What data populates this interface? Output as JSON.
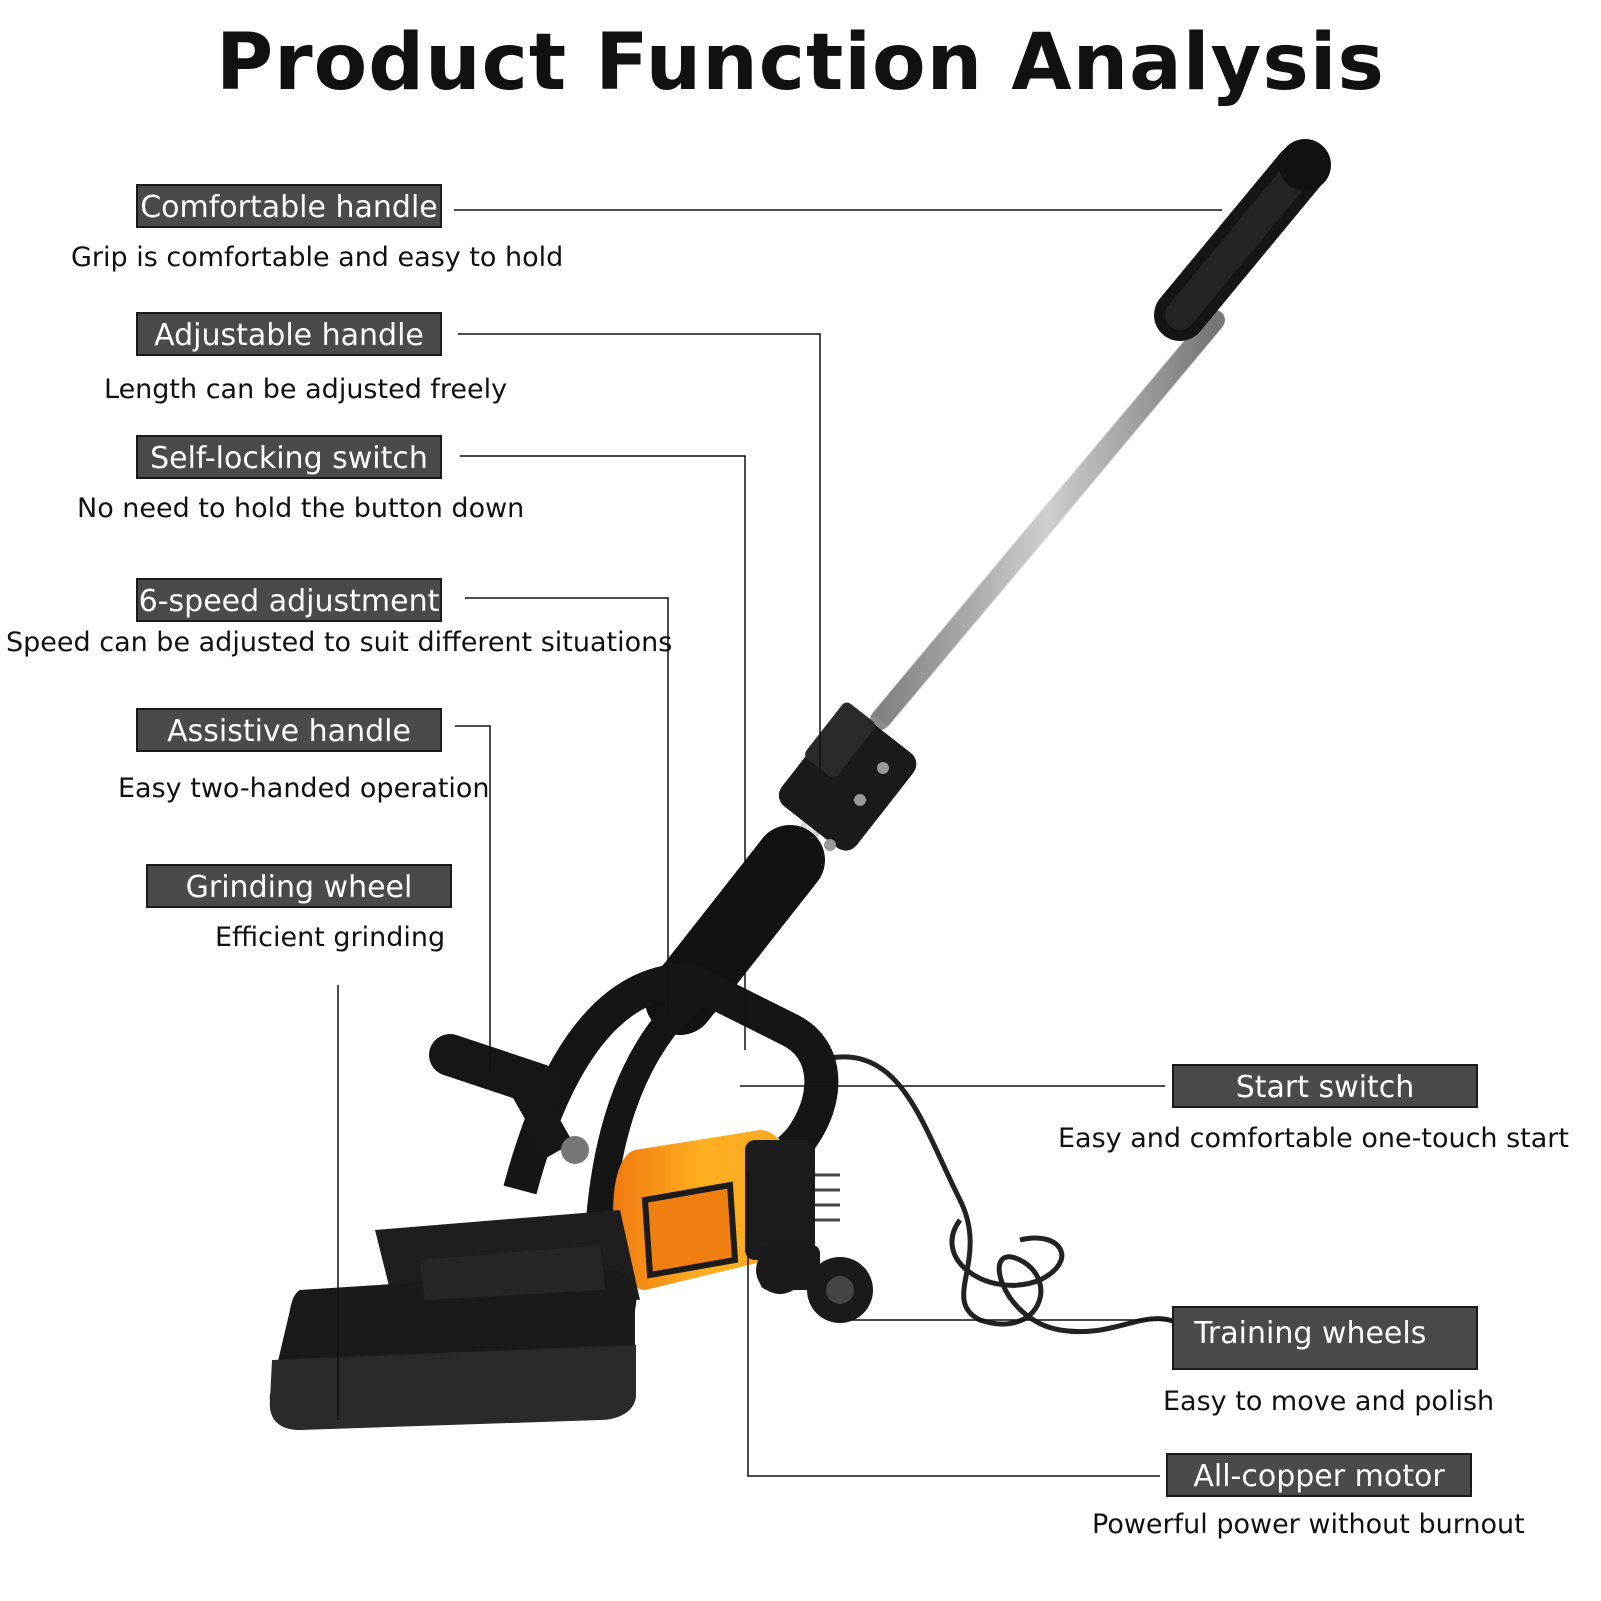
{
  "title": "Product Function Analysis",
  "features": {
    "comfortable_handle": {
      "label": "Comfortable handle",
      "desc": "Grip is comfortable and easy to hold"
    },
    "adjustable_handle": {
      "label": "Adjustable handle",
      "desc": "Length can be adjusted freely"
    },
    "self_locking_switch": {
      "label": "Self-locking switch",
      "desc": "No need to hold the button down"
    },
    "speed_adjustment": {
      "label": "6-speed adjustment",
      "desc": "Speed can be adjusted to suit different situations"
    },
    "assistive_handle": {
      "label": "Assistive handle",
      "desc": "Easy two-handed operation"
    },
    "grinding_wheel": {
      "label": "Grinding wheel",
      "desc": "Efficient grinding"
    },
    "start_switch": {
      "label": "Start switch",
      "desc": "Easy and comfortable one-touch start"
    },
    "training_wheels": {
      "label": "Training wheels",
      "desc": "Easy to move and polish"
    },
    "copper_motor": {
      "label": "All-copper motor",
      "desc": "Powerful power without burnout"
    }
  },
  "colors": {
    "motor": "#f5a623",
    "body": "#1c1c1c",
    "label_bg": "#4a4a4a"
  }
}
